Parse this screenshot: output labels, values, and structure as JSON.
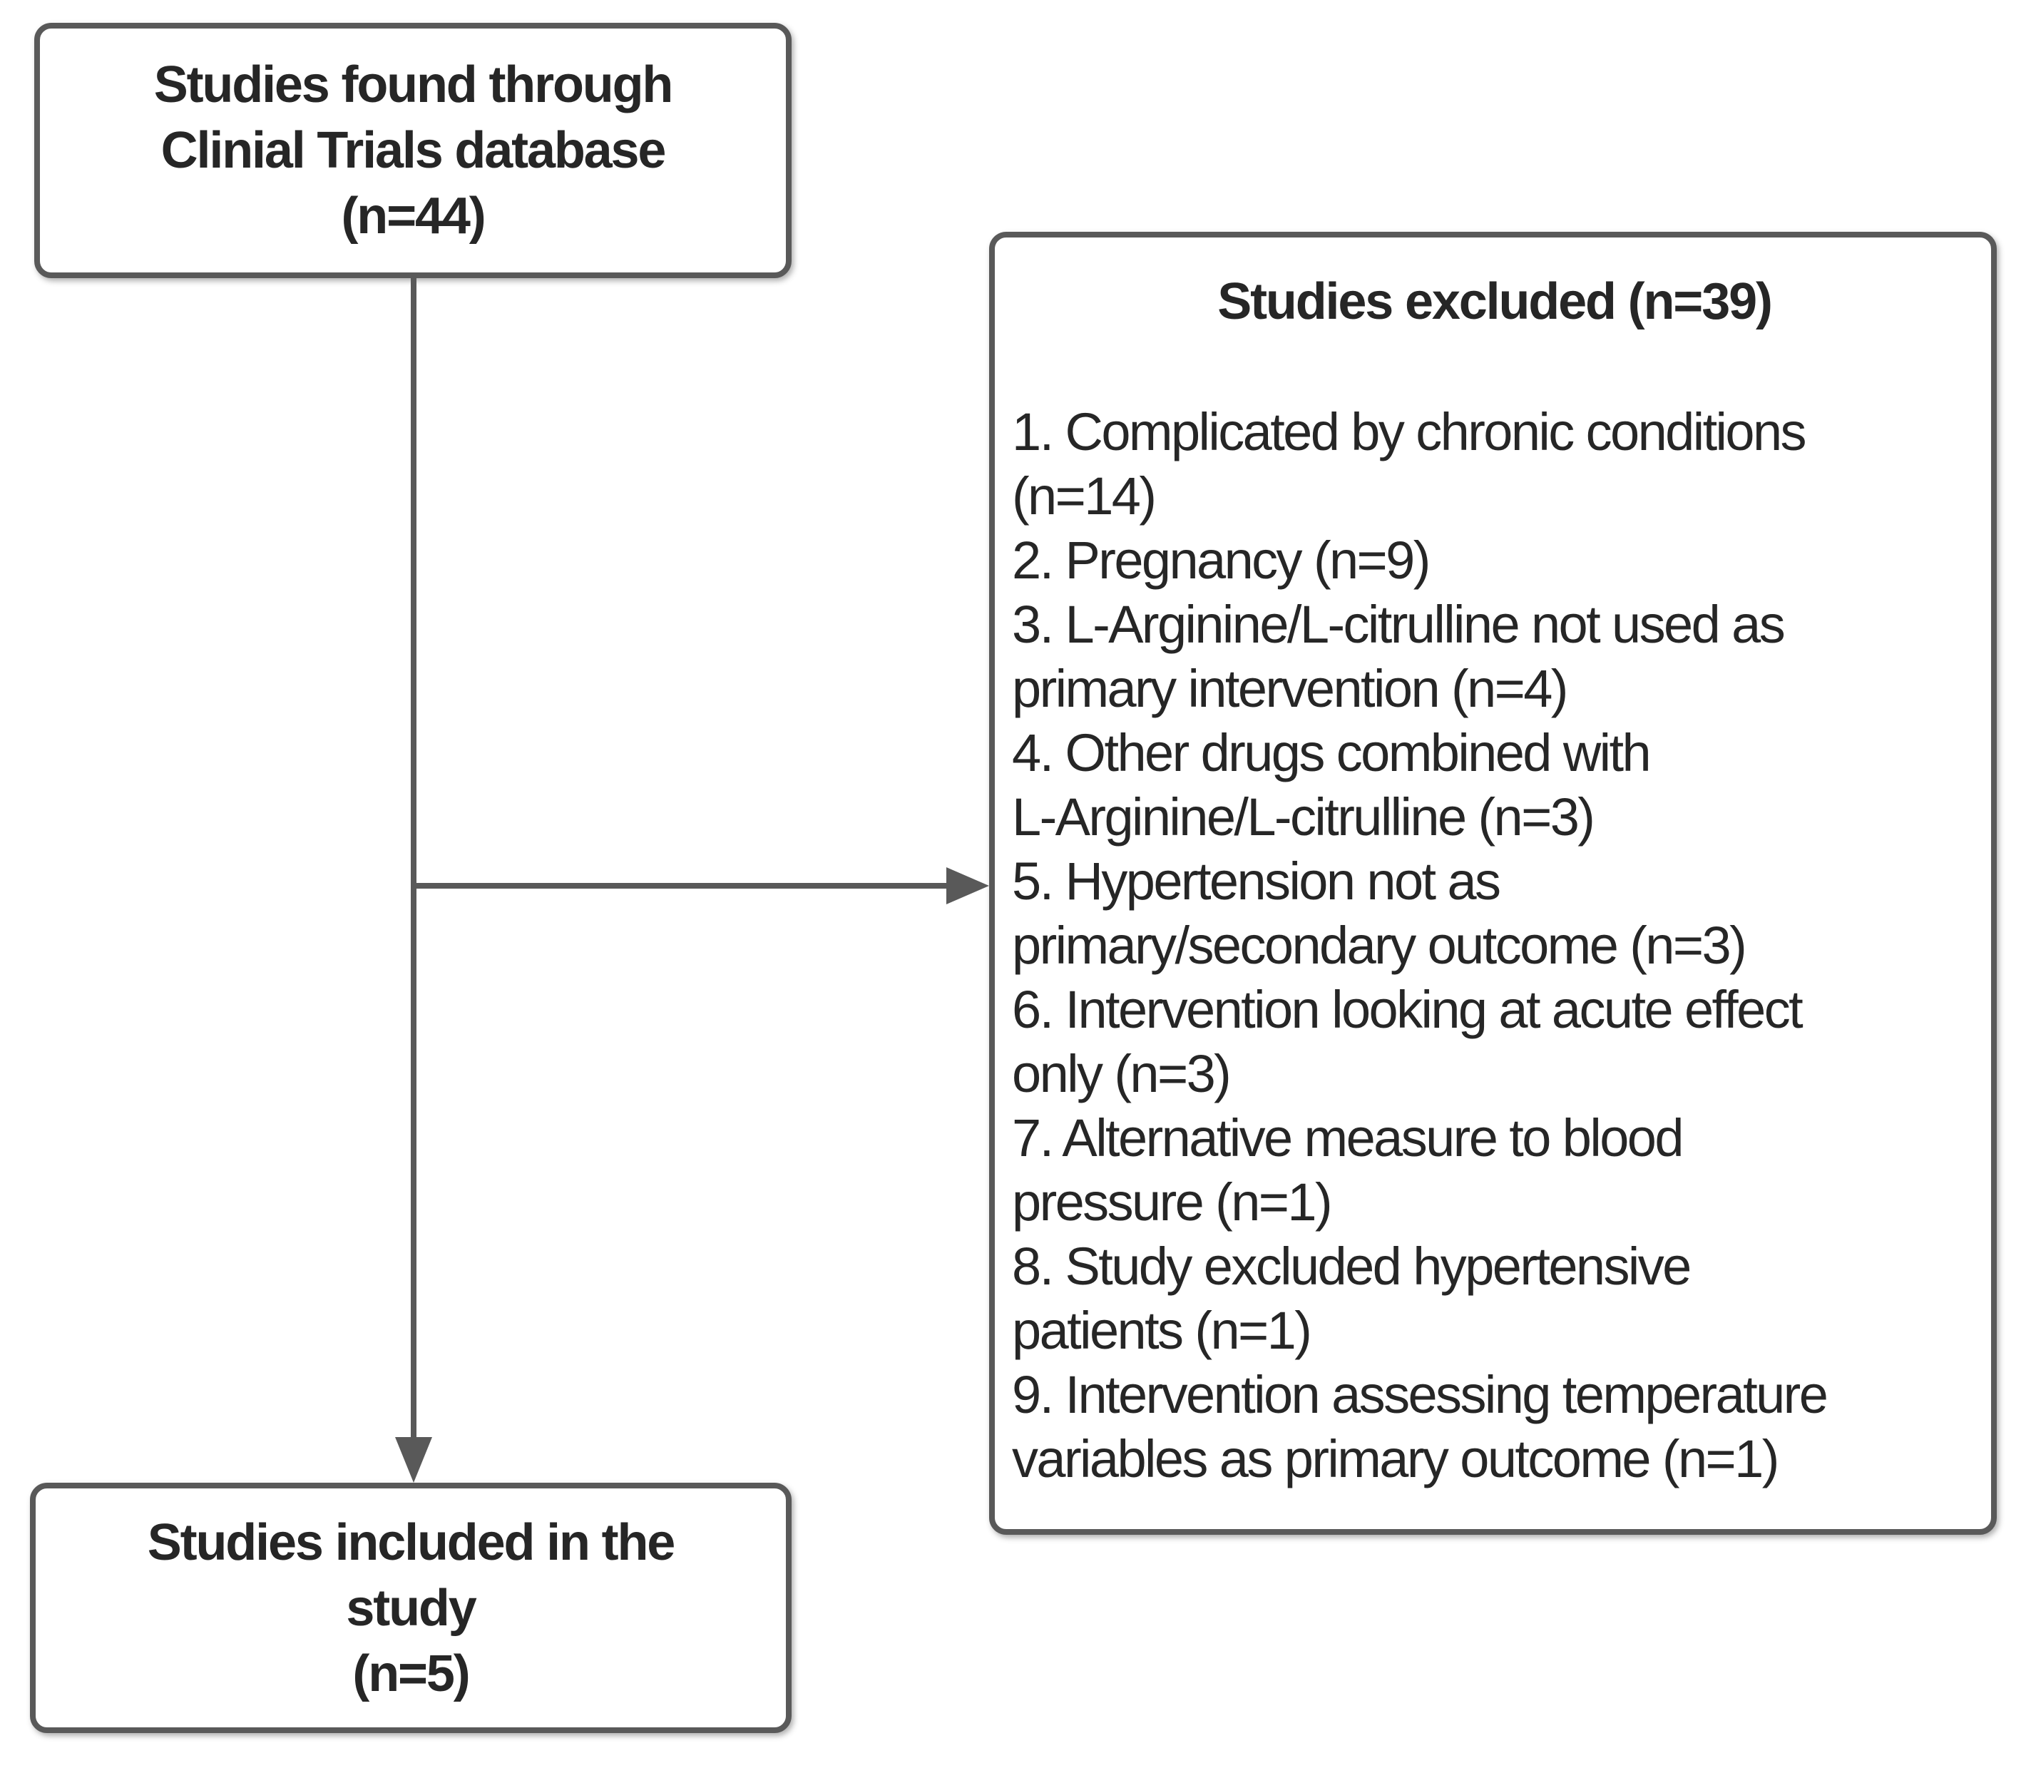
{
  "boxes": {
    "found": {
      "text": "Studies found through\nClinial Trials database\n(n=44)"
    },
    "excluded": {
      "title": "Studies excluded (n=39)",
      "items": [
        "1. Complicated by chronic conditions\n(n=14)",
        "2. Pregnancy (n=9)",
        "3. L-Arginine/L-citrulline not used as\nprimary intervention (n=4)",
        "4. Other drugs combined with\nL-Arginine/L-citrulline (n=3)",
        "5. Hypertension not as\nprimary/secondary outcome (n=3)",
        "6. Intervention looking at acute effect\nonly (n=3)",
        "7. Alternative measure to blood\npressure (n=1)",
        "8. Study excluded hypertensive\npatients (n=1)",
        "9. Intervention assessing temperature\nvariables as primary outcome (n=1)"
      ]
    },
    "included": {
      "text": "Studies included in the\nstudy\n(n=5)"
    }
  },
  "colors": {
    "border": "#595959",
    "text": "#262626",
    "arrow": "#595959",
    "background": "#ffffff"
  }
}
